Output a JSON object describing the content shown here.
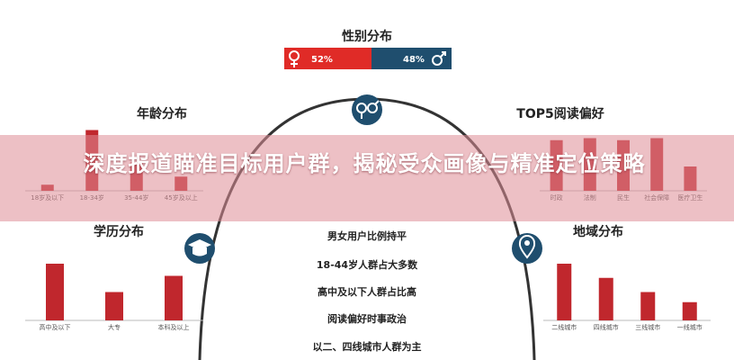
{
  "headline": "深度报道瞄准目标用户群，揭秘受众画像与精准定位策略",
  "colors": {
    "bar": "#c0272d",
    "male": "#1f4e6e",
    "female": "#e02b27",
    "arc": "#333333",
    "axis": "#bbbbbb"
  },
  "gender": {
    "title": "性别分布",
    "female_label": "52%",
    "male_label": "48%",
    "female_share": 0.52,
    "male_share": 0.48
  },
  "center_list": [
    "男女用户比例持平",
    "18-44岁人群占大多数",
    "高中及以下人群占比高",
    "阅读偏好时事政治",
    "以二、四线城市人群为主"
  ],
  "icons": [
    "gender-icon",
    "graduation-cap-icon",
    "location-pin-icon"
  ],
  "chart_data": [
    {
      "type": "bar",
      "title": "年龄分布",
      "categories": [
        "18岁及以下",
        "18-34岁",
        "35-44岁",
        "45岁及以上"
      ],
      "values": [
        3,
        30,
        14,
        7
      ],
      "ylim": [
        0,
        32
      ]
    },
    {
      "type": "bar",
      "title": "TOP5阅读偏好",
      "categories": [
        "时政",
        "法制",
        "民生",
        "社会保障",
        "医疗卫生"
      ],
      "values": [
        25,
        26,
        25,
        26,
        12
      ],
      "ylim": [
        0,
        32
      ]
    },
    {
      "type": "bar",
      "title": "学历分布",
      "categories": [
        "高中及以下",
        "大专",
        "本科及以上"
      ],
      "values": [
        28,
        14,
        22
      ],
      "ylim": [
        0,
        32
      ]
    },
    {
      "type": "bar",
      "title": "地域分布",
      "categories": [
        "二线城市",
        "四线城市",
        "三线城市",
        "一线城市"
      ],
      "values": [
        28,
        21,
        14,
        9
      ],
      "ylim": [
        0,
        32
      ]
    }
  ]
}
